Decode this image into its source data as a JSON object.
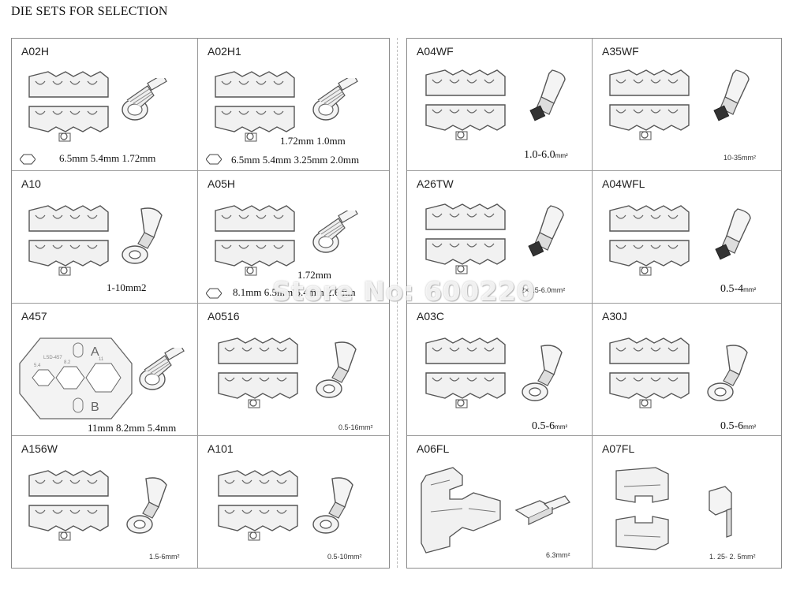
{
  "title": "DIE SETS FOR SELECTION",
  "watermark": "Store No: 600220",
  "left": {
    "cells": [
      {
        "code": "A02H",
        "spec": "6.5mm 5.4mm 1.72mm"
      },
      {
        "code": "A02H1",
        "spec_line1": "1.72mm 1.0mm",
        "spec": "6.5mm 5.4mm 3.25mm 2.0mm"
      },
      {
        "code": "A10",
        "spec": "1-10mm2"
      },
      {
        "code": "A05H",
        "spec_line1": "1.72mm",
        "spec": "8.1mm 6.5mm 5.4mm 2.6mm"
      },
      {
        "code": "A457",
        "die_top": "A",
        "die_bottom": "B",
        "die_label": "LSD-457",
        "die_marks": [
          "5.4",
          "8.2",
          "11"
        ],
        "spec": "11mm 8.2mm 5.4mm"
      },
      {
        "code": "A0516",
        "spec": "0.5-16mm²"
      },
      {
        "code": "A156W",
        "spec": "1.5-6mm²"
      },
      {
        "code": "A101",
        "spec": "0.5-10mm²"
      }
    ]
  },
  "right": {
    "cells": [
      {
        "code": "A04WF",
        "spec": "1.0-6.0",
        "unit": "mm²"
      },
      {
        "code": "A35WF",
        "spec": "10-35mm²"
      },
      {
        "code": "A26TW",
        "spec": "2×0.5-6.0mm²"
      },
      {
        "code": "A04WFL",
        "spec": "0.5-4",
        "unit": "mm²"
      },
      {
        "code": "A03C",
        "spec": "0.5-6",
        "unit": "mm²"
      },
      {
        "code": "A30J",
        "spec": "0.5-6",
        "unit": "mm²"
      },
      {
        "code": "A06FL",
        "spec": "6.3mm²"
      },
      {
        "code": "A07FL",
        "spec": "1. 25- 2. 5mm²"
      }
    ]
  }
}
